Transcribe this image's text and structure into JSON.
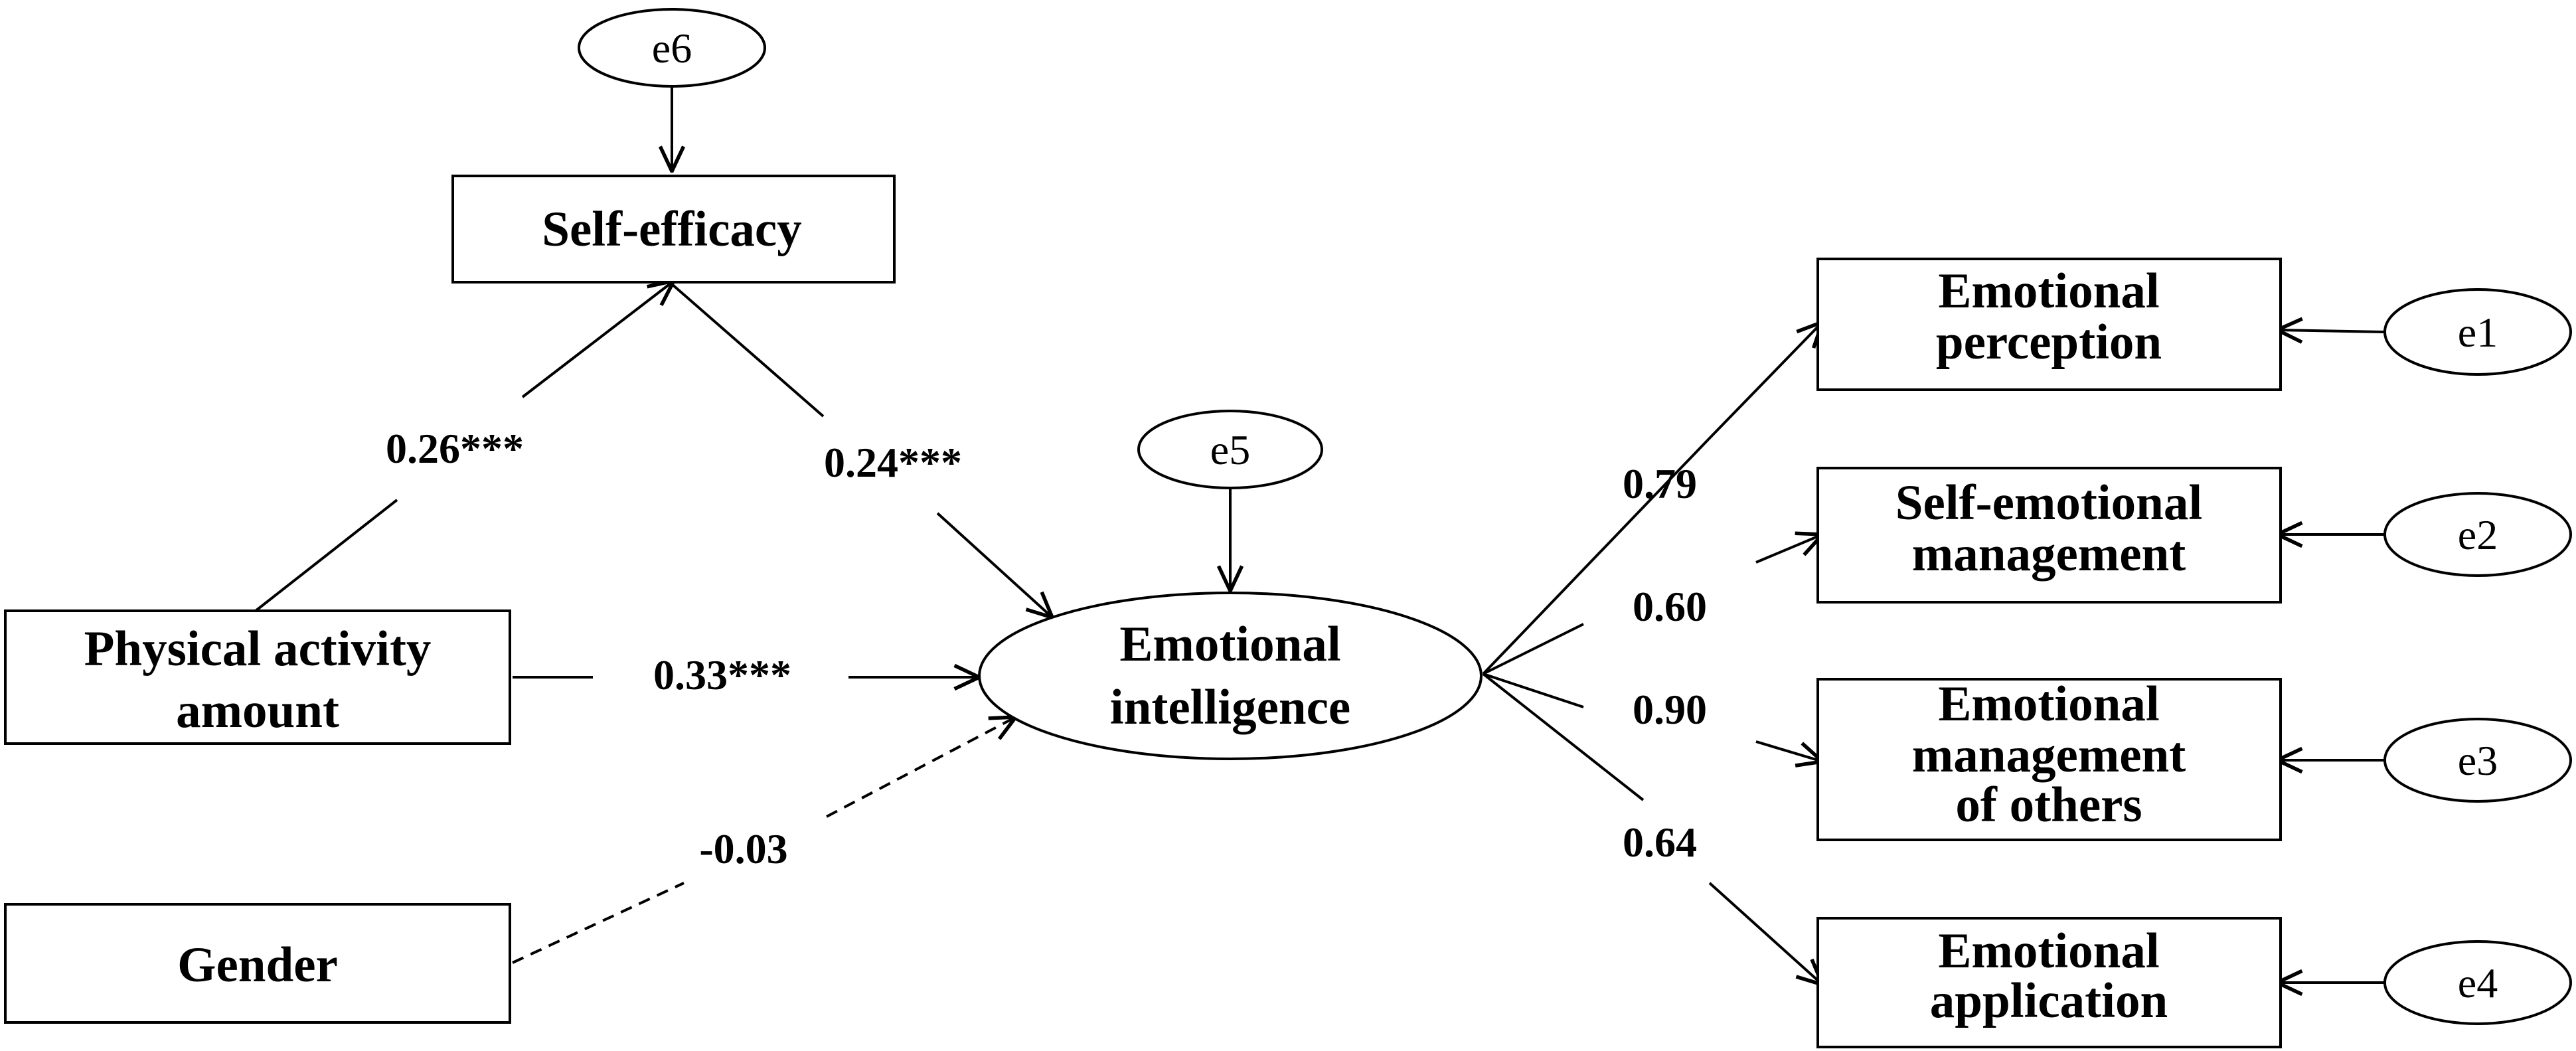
{
  "nodes": {
    "self_efficacy": [
      "Self-efficacy"
    ],
    "physical_activity": [
      "Physical activity",
      "amount"
    ],
    "gender": [
      "Gender"
    ],
    "emotional_intelligence": [
      "Emotional",
      "intelligence"
    ],
    "emotional_perception": [
      "Emotional",
      "perception"
    ],
    "self_emotional_management": [
      "Self-emotional",
      "management"
    ],
    "emotional_management_others": [
      "Emotional",
      "management",
      "of others"
    ],
    "emotional_application": [
      "Emotional",
      "application"
    ]
  },
  "errors": {
    "e1": "e1",
    "e2": "e2",
    "e3": "e3",
    "e4": "e4",
    "e5": "e5",
    "e6": "e6"
  },
  "paths": {
    "pa_to_se": "0.26***",
    "se_to_ei": "0.24***",
    "pa_to_ei": "0.33***",
    "gender_to_ei": "-0.03",
    "ei_to_perception": "0.79",
    "ei_to_self_mgmt": "0.60",
    "ei_to_mgmt_others": "0.90",
    "ei_to_application": "0.64"
  },
  "colors": {
    "line": "#000000",
    "background": "#ffffff"
  }
}
